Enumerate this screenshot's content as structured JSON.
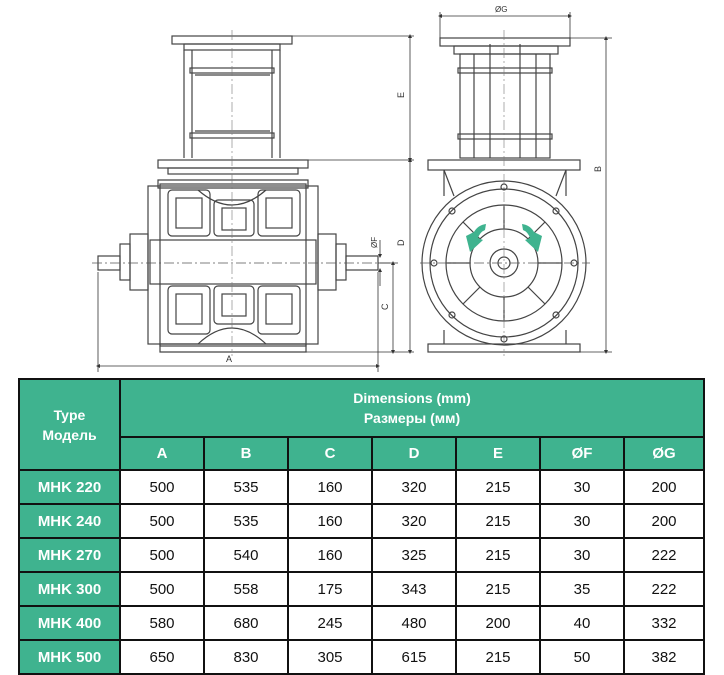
{
  "drawing": {
    "dimension_labels": {
      "A": "A",
      "B": "B",
      "C": "C",
      "D": "D",
      "E": "E",
      "F": "ØF",
      "G": "ØG"
    },
    "colors": {
      "line": "#333333",
      "accent_arrow": "#3fb38f"
    }
  },
  "table": {
    "type_header": [
      "Type",
      "Модель"
    ],
    "dimensions_header": [
      "Dimensions (mm)",
      "Размеры (мм)"
    ],
    "columns": [
      "A",
      "B",
      "C",
      "D",
      "E",
      "ØF",
      "ØG"
    ],
    "rows": [
      {
        "type": "MHK 220",
        "values": [
          "500",
          "535",
          "160",
          "320",
          "215",
          "30",
          "200"
        ]
      },
      {
        "type": "MHK 240",
        "values": [
          "500",
          "535",
          "160",
          "320",
          "215",
          "30",
          "200"
        ]
      },
      {
        "type": "MHK 270",
        "values": [
          "500",
          "540",
          "160",
          "325",
          "215",
          "30",
          "222"
        ]
      },
      {
        "type": "MHK 300",
        "values": [
          "500",
          "558",
          "175",
          "343",
          "215",
          "35",
          "222"
        ]
      },
      {
        "type": "MHK 400",
        "values": [
          "580",
          "680",
          "245",
          "480",
          "200",
          "40",
          "332"
        ]
      },
      {
        "type": "MHK 500",
        "values": [
          "650",
          "830",
          "305",
          "615",
          "215",
          "50",
          "382"
        ]
      }
    ],
    "colors": {
      "header_bg": "#3fb38f",
      "header_text": "#ffffff",
      "border": "#111111"
    }
  }
}
